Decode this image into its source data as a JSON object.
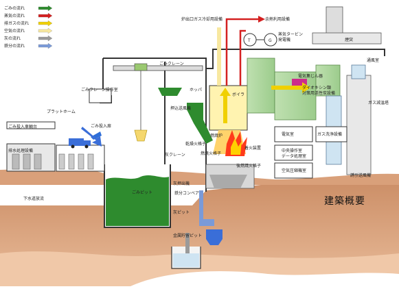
{
  "diagram": {
    "title": "建築概要",
    "legend": [
      {
        "label": "ごみの流れ",
        "color": "#2e8b2e"
      },
      {
        "label": "蒸気の流れ",
        "color": "#d42020"
      },
      {
        "label": "排ガスの流れ",
        "color": "#f0d000"
      },
      {
        "label": "空気の流れ",
        "color": "#f8e8a0"
      },
      {
        "label": "灰の流れ",
        "color": "#9a9a9a"
      },
      {
        "label": "鉄分の流れ",
        "color": "#7a9ad8"
      }
    ],
    "labels": {
      "gas_cooling": "炉出口ガス冷却用設備",
      "surplus_steam": "余熱利用設備",
      "turbine": "蒸気タービン",
      "generator": "発電機",
      "stack": "煙突",
      "ventilation": "通風室",
      "waste_crane": "ごみクレーン",
      "crane_room": "ごみクレーン操作室",
      "hopper": "ホッパ",
      "boiler": "ボイラ",
      "bag_filter": "電気集じん器",
      "dioxin": "ダイオキシン類",
      "dioxin_sub": "対策用活性炭設備",
      "gas_cooler": "ガス減温塔",
      "platform": "プラットホーム",
      "dumping_door": "ごみ投入扉",
      "car_scale": "ごみ投入車輌台",
      "drain_facility": "排水処理設備",
      "sewer": "下水道放流",
      "pusher": "押込送風機",
      "feeder": "乾燥火格子",
      "ash_crane": "灰クレーン",
      "furnace": "燃焼炉",
      "burner": "燃焼火格子",
      "after_grate": "後燃焼火格子",
      "ash_conveyor": "鉄分コンベア",
      "ash_pit": "灰ピット",
      "waste_pit": "ごみピット",
      "ash_storage": "金属貯留ピット",
      "ash_extruder": "灰押出機",
      "ignition": "着火装置",
      "electric_room": "電気室",
      "central_control": "中央操作室",
      "data_processing": "データ処理室",
      "air_compressor": "空気圧縮機室",
      "gas_wash": "ガス洗浄設備",
      "induced_fan": "誘引送風機",
      "turbine_t": "T",
      "turbine_g": "G"
    }
  }
}
